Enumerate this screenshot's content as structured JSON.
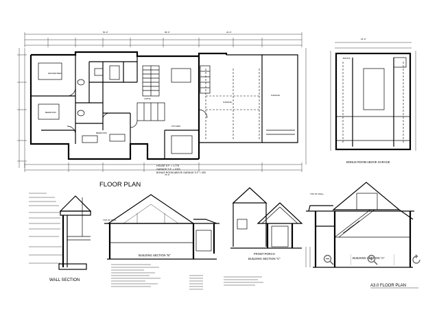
{
  "drawing": {
    "floor_plan_title": "FLOOR PLAN",
    "floor_plan_notes": [
      "HOUSE S.F. = 1,776",
      "GARAGE S.F. = 1003",
      "BONUS ROOM ABOVE GARAGE S.F. = 393"
    ],
    "bonus_room_title": "BONUS ROOM ABOVE GARAGE",
    "wall_section_title": "WALL SECTION",
    "building_section_b_title": "BUILDING SECTION \"B\"",
    "front_porch_title_1": "FRONT PORCH",
    "front_porch_title_2": "BUILDING SECTION \"C\"",
    "building_section_a_title": "BUILDING SECTION \"A\"",
    "sheet_title": "A3.0 FLOOR PLAN"
  },
  "zoom_toolbar": {
    "zoom_out_icon": "zoom-out-icon",
    "zoom_in_icon": "zoom-in-icon",
    "rotate_icon": "rotate-icon"
  },
  "colors": {
    "ink": "#000000",
    "paper": "#ffffff",
    "toolbar_icon": "#6b6b6b"
  }
}
